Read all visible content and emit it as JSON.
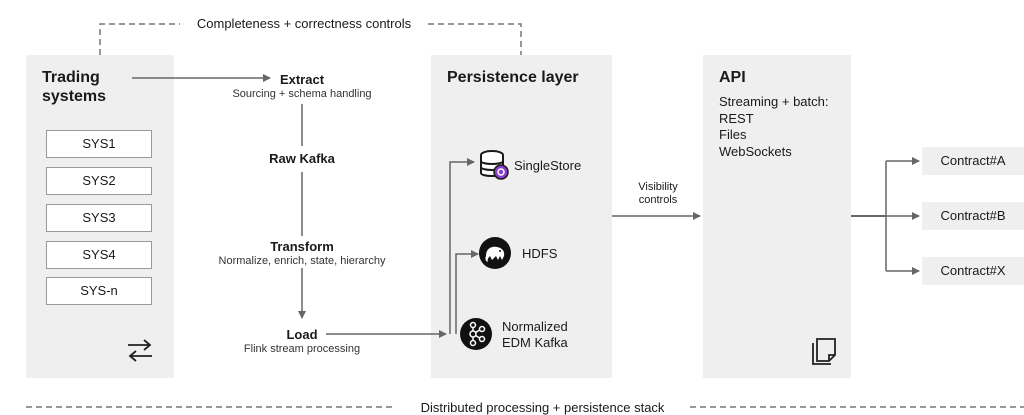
{
  "top_control_label": "Completeness + correctness controls",
  "bottom_stack_label": "Distributed processing + persistence stack",
  "trading": {
    "title_line1": "Trading",
    "title_line2": "systems",
    "systems": [
      "SYS1",
      "SYS2",
      "SYS3",
      "SYS4",
      "SYS-n"
    ],
    "icon": "swap-arrows-icon"
  },
  "pipeline": {
    "extract_title": "Extract",
    "extract_sub": "Sourcing + schema handling",
    "raw_kafka": "Raw Kafka",
    "transform_title": "Transform",
    "transform_sub": "Normalize, enrich, state, hierarchy",
    "load_title": "Load",
    "load_sub": "Flink stream processing"
  },
  "persistence": {
    "title": "Persistence layer",
    "stores": [
      {
        "label": "SingleStore",
        "icon": "database-icon"
      },
      {
        "label": "HDFS",
        "icon": "hadoop-elephant-icon"
      },
      {
        "label_line1": "Normalized",
        "label_line2": "EDM Kafka",
        "icon": "kafka-icon"
      }
    ]
  },
  "visibility": {
    "line1": "Visibility",
    "line2": "controls"
  },
  "api": {
    "title": "API",
    "lines": [
      "Streaming + batch:",
      "REST",
      "Files",
      "WebSockets"
    ],
    "icon": "documents-icon"
  },
  "contracts": [
    "Contract#A",
    "Contract#B",
    "Contract#X"
  ],
  "colors": {
    "panel": "#efefef",
    "line": "#666666",
    "dashed": "#777777",
    "icon_dark": "#1a1a1a",
    "accent_purple": "#8a3ccf"
  }
}
